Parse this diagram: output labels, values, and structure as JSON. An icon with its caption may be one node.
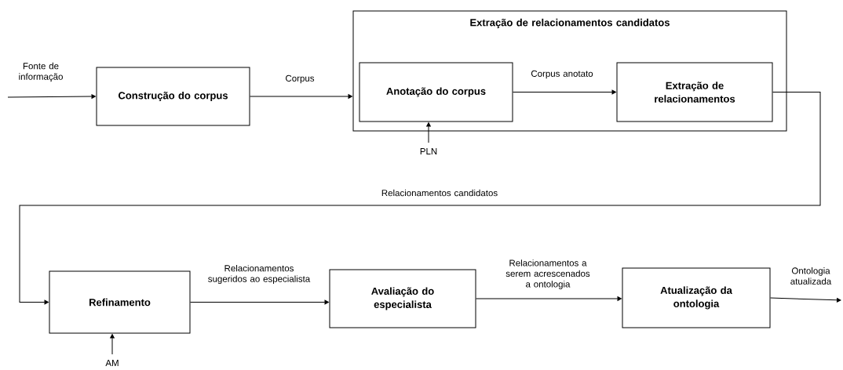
{
  "diagram": {
    "nodes": [
      {
        "text": [
          "Construção do corpus"
        ]
      },
      {
        "text": [
          "Extração de relacionamentos candidatos"
        ]
      },
      {
        "text": [
          "Anotação do corpus"
        ],
        "in": 1
      },
      {
        "text": [
          "Extração de relacionamentos"
        ],
        "in": 1
      },
      {
        "text": [
          "Refinamento"
        ]
      },
      {
        "text": [
          "Avaliação do especialista"
        ]
      },
      {
        "text": [
          "Atualização da ontologia"
        ]
      }
    ],
    "edges": [
      {
        "from": null,
        "to": 0,
        "arrow": "to",
        "label": "Fonte de informação"
      },
      {
        "from": 0,
        "to": 1,
        "arrow": "to",
        "label": "Corpus"
      },
      {
        "from": null,
        "to": 2,
        "arrow": "to",
        "label": "PLN"
      },
      {
        "from": 2,
        "to": 3,
        "arrow": "to",
        "label": "Corpus anotato"
      },
      {
        "from": 3,
        "to": 4,
        "arrow": "to",
        "label": "Relacionamentos candidatos"
      },
      {
        "from": null,
        "to": 4,
        "arrow": "to",
        "label": "AM"
      },
      {
        "from": 4,
        "to": 5,
        "arrow": "to",
        "label": "Relacionamentos sugeridos ao especialista"
      },
      {
        "from": 5,
        "to": 6,
        "arrow": "to",
        "label": "Relacionamentos a serem acrescenados a ontologia"
      },
      {
        "from": 6,
        "to": null,
        "arrow": "to",
        "label": "Ontologia atualizada"
      }
    ]
  }
}
